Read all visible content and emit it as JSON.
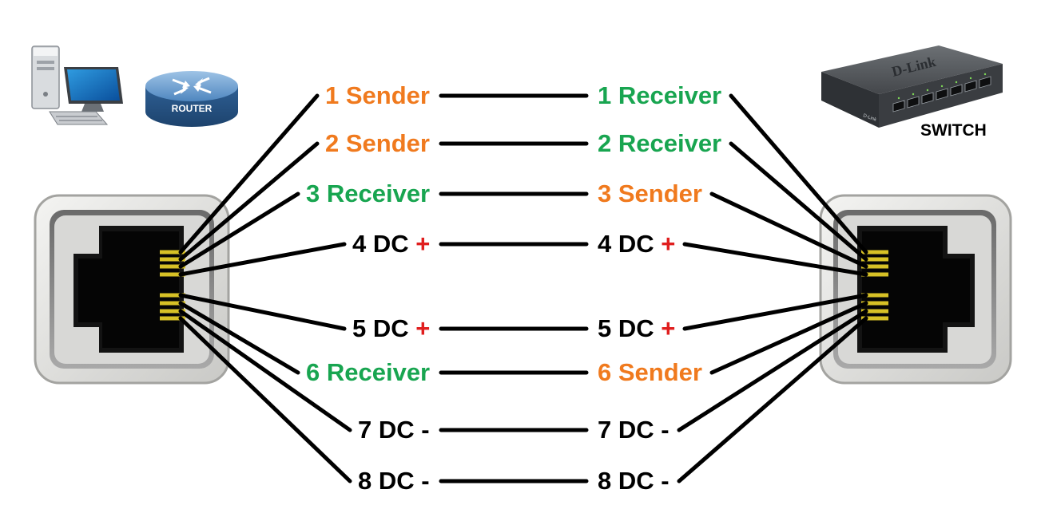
{
  "colors": {
    "sender": "#f07a1e",
    "receiver": "#18a550",
    "dc": "#000000",
    "plus": "#e01e1e",
    "wire": "#000000",
    "pin": "#d7c126"
  },
  "icons": {
    "computer": "desktop-computer-icon",
    "router": "router-icon",
    "switch": "network-switch-icon"
  },
  "router_label": "ROUTER",
  "switch_brand": "D-Link",
  "switch_label": "SWITCH",
  "pins_left": [
    {
      "num": "1",
      "role": "Sender",
      "kind": "sender",
      "sign": ""
    },
    {
      "num": "2",
      "role": "Sender",
      "kind": "sender",
      "sign": ""
    },
    {
      "num": "3",
      "role": "Receiver",
      "kind": "receiver",
      "sign": ""
    },
    {
      "num": "4",
      "role": "DC",
      "kind": "dc",
      "sign": "+"
    },
    {
      "num": "5",
      "role": "DC",
      "kind": "dc",
      "sign": "+"
    },
    {
      "num": "6",
      "role": "Receiver",
      "kind": "receiver",
      "sign": ""
    },
    {
      "num": "7",
      "role": "DC",
      "kind": "dc",
      "sign": "-"
    },
    {
      "num": "8",
      "role": "DC",
      "kind": "dc",
      "sign": "-"
    }
  ],
  "pins_right": [
    {
      "num": "1",
      "role": "Receiver",
      "kind": "receiver",
      "sign": ""
    },
    {
      "num": "2",
      "role": "Receiver",
      "kind": "receiver",
      "sign": ""
    },
    {
      "num": "3",
      "role": "Sender",
      "kind": "sender",
      "sign": ""
    },
    {
      "num": "4",
      "role": "DC",
      "kind": "dc",
      "sign": "+"
    },
    {
      "num": "5",
      "role": "DC",
      "kind": "dc",
      "sign": "+"
    },
    {
      "num": "6",
      "role": "Sender",
      "kind": "sender",
      "sign": ""
    },
    {
      "num": "7",
      "role": "DC",
      "kind": "dc",
      "sign": "-"
    },
    {
      "num": "8",
      "role": "DC",
      "kind": "dc",
      "sign": "-"
    }
  ]
}
